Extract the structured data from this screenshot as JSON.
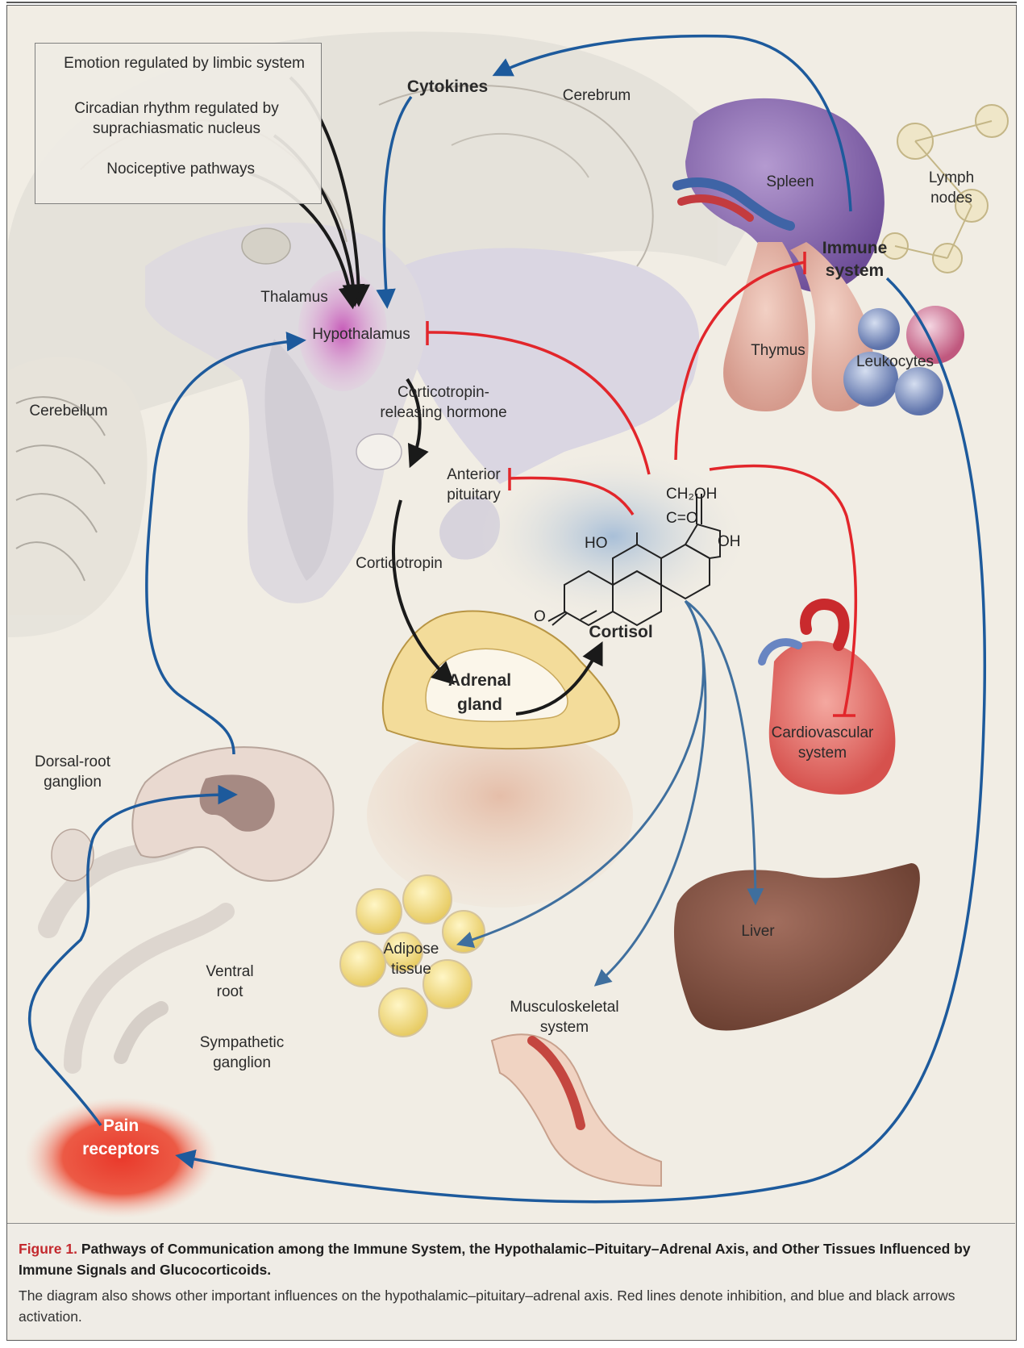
{
  "labels": {
    "emotion": "Emotion regulated by limbic system",
    "circadian_1": "Circadian rhythm regulated by",
    "circadian_2": "suprachiasmatic nucleus",
    "nociceptive": "Nociceptive pathways",
    "cytokines": "Cytokines",
    "cerebrum": "Cerebrum",
    "spleen": "Spleen",
    "lymph_1": "Lymph",
    "lymph_2": "nodes",
    "immune_1": "Immune",
    "immune_2": "system",
    "thalamus": "Thalamus",
    "hypothalamus": "Hypothalamus",
    "thymus": "Thymus",
    "leukocytes": "Leukocytes",
    "cerebellum": "Cerebellum",
    "crh_1": "Corticotropin-",
    "crh_2": "releasing hormone",
    "anterior_1": "Anterior",
    "anterior_2": "pituitary",
    "corticotropin": "Corticotropin",
    "cortisol": "Cortisol",
    "adrenal_1": "Adrenal",
    "adrenal_2": "gland",
    "cardio_1": "Cardiovascular",
    "cardio_2": "system",
    "drg_1": "Dorsal-root",
    "drg_2": "ganglion",
    "adipose_1": "Adipose",
    "adipose_2": "tissue",
    "liver": "Liver",
    "ventral_1": "Ventral",
    "ventral_2": "root",
    "musculo_1": "Musculoskeletal",
    "musculo_2": "system",
    "sympathetic_1": "Sympathetic",
    "sympathetic_2": "ganglion",
    "pain_1": "Pain",
    "pain_2": "receptors"
  },
  "chemistry": {
    "ch2oh": "CH₂OH",
    "co": "C=O",
    "oh_right": "OH",
    "ho_left": "HO",
    "o_ketone": "O"
  },
  "caption": {
    "figure_label": "Figure 1.",
    "title": "Pathways of Communication among the Immune System, the Hypothalamic–Pituitary–Adrenal Axis, and Other Tissues Influenced by Immune Signals and Glucocorticoids.",
    "body": "The diagram also shows other important influences on the hypothalamic–pituitary–adrenal axis. Red lines denote inhibition, and blue and black arrows activation."
  },
  "colors": {
    "inhibition": "#e2262b",
    "activation_blue": "#1d5a9c",
    "activation_black": "#1a1a1a",
    "hypothalamus": "#c85fb9",
    "pain": "#e4473a"
  }
}
